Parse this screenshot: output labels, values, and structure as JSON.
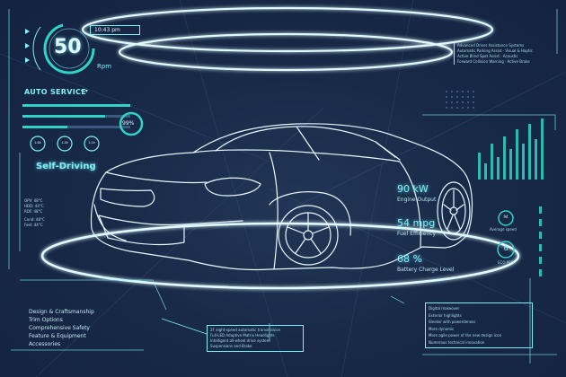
{
  "speed": {
    "value": "50",
    "unit": "Rpm"
  },
  "clock": "10:43 pm",
  "service": {
    "title": "AUTO SERVICE",
    "percent": "99%",
    "percent_value": 0.99,
    "gauges": [
      "1.8k",
      "1.4k",
      "1.1k"
    ]
  },
  "self_driving": {
    "title": "Self-Driving",
    "stats": [
      "OPV: 48°C",
      "HDD: 44°C",
      "RDF: 48°C",
      "Cond: 48°C",
      "Feel: 44°C"
    ]
  },
  "top_right_lines": [
    "Advanced Driver Assistance Systems",
    "Automatic Parking Assist · Visual & Haptic",
    "Active Blind Spot Assist · Acoustic",
    "Forward Collision Warning · Active Brake"
  ],
  "metrics": [
    {
      "value": "90 kW",
      "label": "Engine Output"
    },
    {
      "value": "54 mpg",
      "label": "Fuel Efficiency"
    },
    {
      "value": "68 %",
      "label": "Battery Charge Level"
    }
  ],
  "right_panel": {
    "speed_badge": "94",
    "speed_label": "Average speed",
    "eco_value": "6",
    "eco_label": "ECO PRO"
  },
  "menu": [
    "Design & Craftsmanship",
    "Trim Options",
    "Comprehensive Safety",
    "Feature & Equipment",
    "Accessories"
  ],
  "center_note": [
    "2F eight-speed automatic transmission",
    "Full-LED Adaptive Matrix Headlights",
    "Intelligent all-wheel drive system",
    "Suspensions and Brake"
  ],
  "bottom_right_list": [
    "Digital makeover",
    "Exterior highlights",
    "Sleeker with powerdeness",
    "More dynamic",
    "More agile power of the new design icon",
    "Numerous technical innovation"
  ],
  "colors": {
    "accent": "#7ff0f6",
    "teal": "#2fd3c8",
    "background": "#15243f",
    "ring": "#dffbff"
  }
}
